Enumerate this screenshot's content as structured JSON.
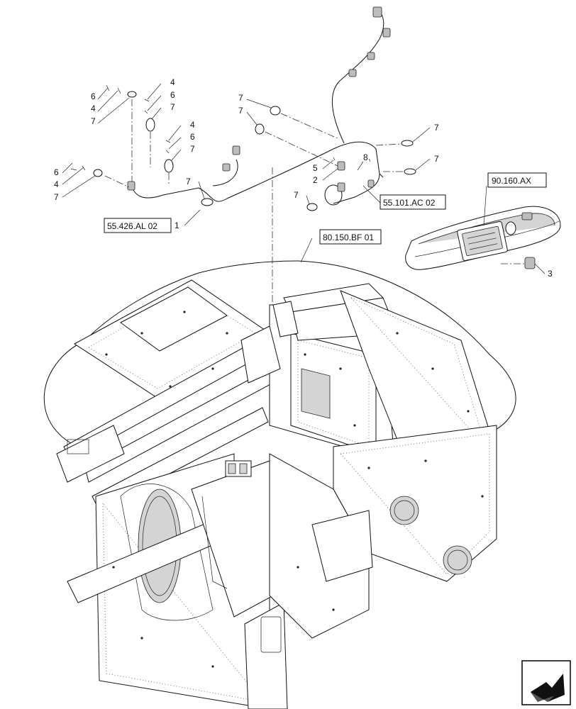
{
  "references": {
    "harness_main": "55.426.AL 02",
    "harness_light": "55.101.AC 02",
    "panel_area": "80.150.BF 01",
    "lamp": "90.160.AX"
  },
  "callouts": {
    "c1": "1",
    "c2": "2",
    "c3": "3",
    "c5": "5",
    "c8": "8",
    "a6": "6",
    "a4": "4",
    "a7": "7",
    "b4": "4",
    "b6": "6",
    "b7": "7",
    "d4": "4",
    "d6": "6",
    "d7": "7",
    "e6": "6",
    "e4": "4",
    "e7": "7",
    "f7a": "7",
    "f7b": "7",
    "g7": "7",
    "h7": "7",
    "i7": "7",
    "j7": "7"
  },
  "nav": {
    "icon": "next-page-arrow-icon"
  }
}
